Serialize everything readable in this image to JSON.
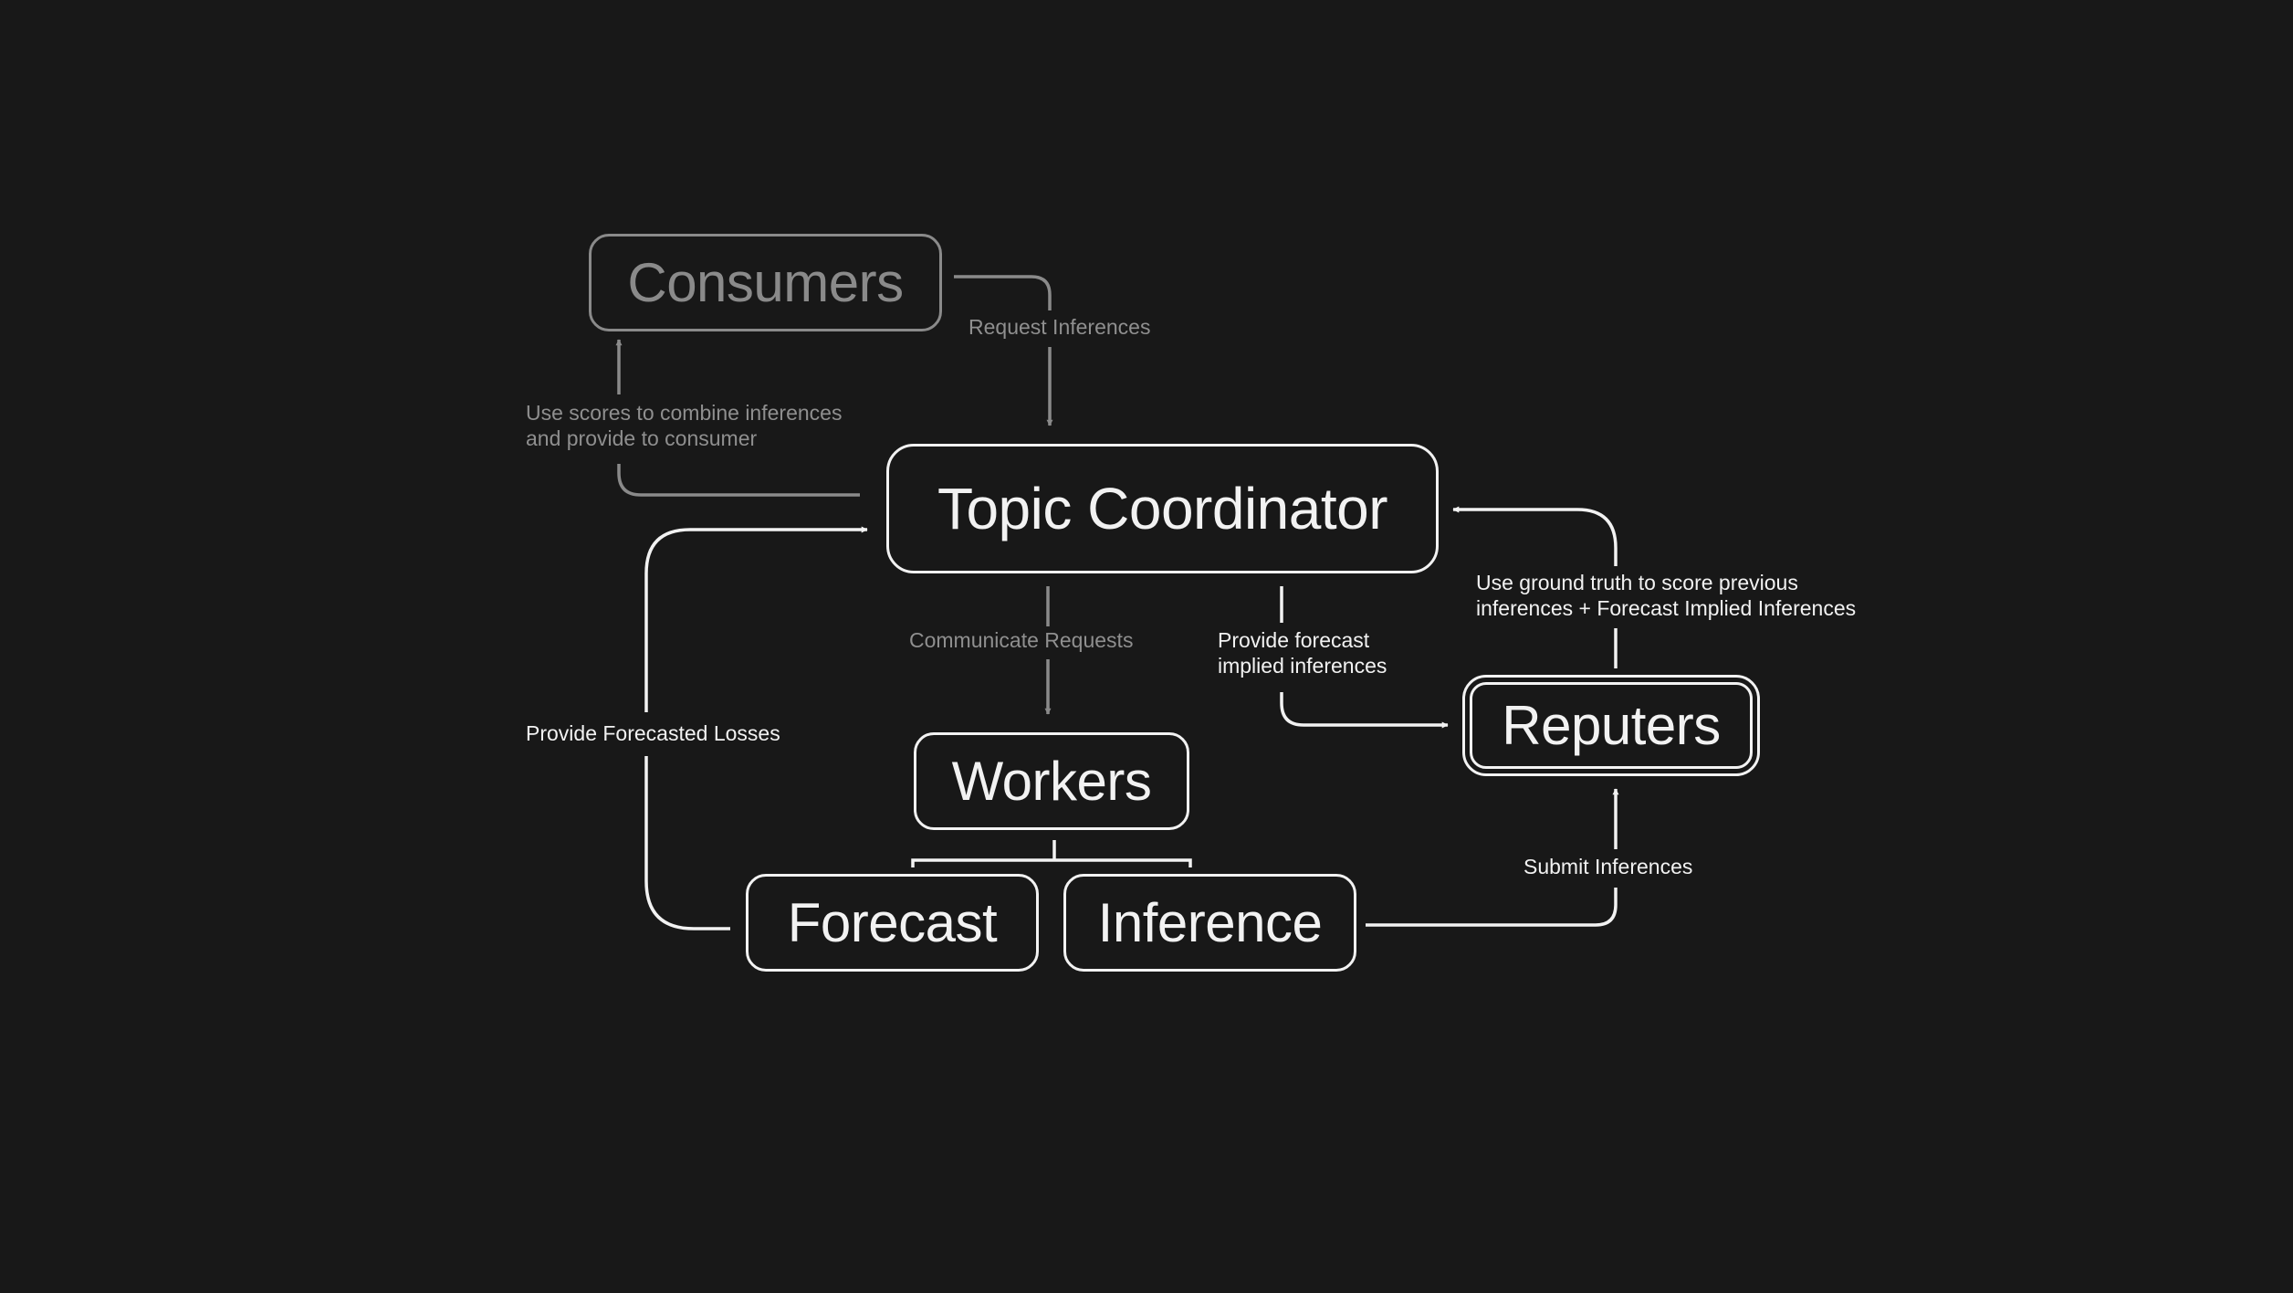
{
  "nodes": {
    "consumers": "Consumers",
    "topic_coordinator": "Topic Coordinator",
    "workers": "Workers",
    "forecast": "Forecast",
    "inference": "Inference",
    "reputers": "Reputers"
  },
  "labels": {
    "request_inferences": "Request Inferences",
    "combine_line1": "Use scores to combine inferences",
    "combine_line2": "and provide to consumer",
    "communicate_requests": "Communicate Requests",
    "provide_forecast_line1": "Provide forecast",
    "provide_forecast_line2": "implied inferences",
    "ground_truth_line1": "Use ground truth to score previous",
    "ground_truth_line2": "inferences + Forecast Implied Inferences",
    "provide_forecasted_losses": "Provide Forecasted Losses",
    "submit_inferences": "Submit Inferences"
  },
  "colors": {
    "background": "#181818",
    "primary": "#f2f2f2",
    "muted": "#8a8a8a"
  }
}
